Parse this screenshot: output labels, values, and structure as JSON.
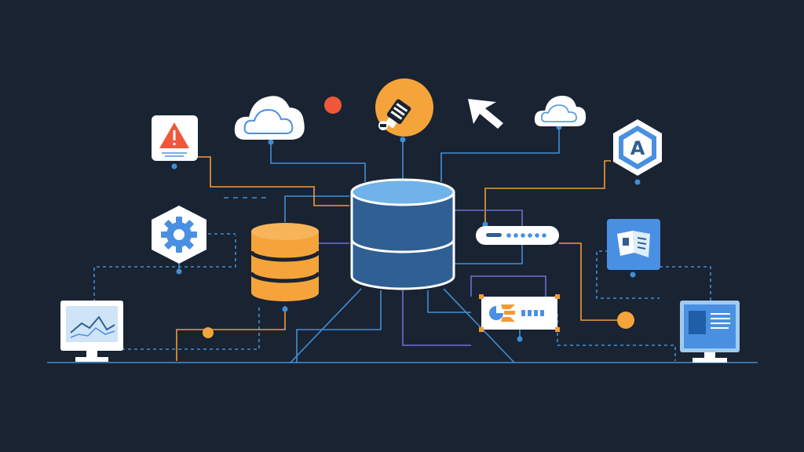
{
  "colors": {
    "background": "#1a2332",
    "blue_line": "#3f8fd6",
    "orange_line": "#f29a38",
    "purple_line": "#6a6fd6",
    "db_blue_body": "#2f5f93",
    "db_blue_top": "#6fb3ea",
    "db_orange": "#f5a43b",
    "alert_red": "#f0573a",
    "accent_blue": "#4a90e2",
    "white": "#ffffff"
  },
  "nodes": [
    {
      "id": "central-database",
      "icon": "database-icon"
    },
    {
      "id": "orange-database",
      "icon": "database-icon"
    },
    {
      "id": "alert-card",
      "icon": "warning-icon"
    },
    {
      "id": "cloud-left",
      "icon": "cloud-icon"
    },
    {
      "id": "cloud-right",
      "icon": "cloud-icon"
    },
    {
      "id": "lightbulb",
      "icon": "lightbulb-icon"
    },
    {
      "id": "cursor",
      "icon": "cursor-icon"
    },
    {
      "id": "letter-badge",
      "icon": "letter-a-icon"
    },
    {
      "id": "settings-hexagon",
      "icon": "gear-icon"
    },
    {
      "id": "router-pill",
      "icon": "router-icon"
    },
    {
      "id": "document-card",
      "icon": "document-icon"
    },
    {
      "id": "monitor-left",
      "icon": "monitor-chart-icon"
    },
    {
      "id": "monitor-right",
      "icon": "monitor-document-icon"
    },
    {
      "id": "progress-card",
      "icon": "progress-card-icon"
    }
  ],
  "text": {
    "letter_badge": "A"
  }
}
